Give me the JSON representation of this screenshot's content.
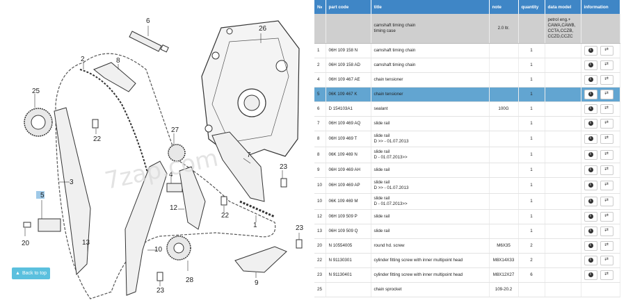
{
  "diagram": {
    "callouts": [
      "6",
      "26",
      "2",
      "8",
      "25",
      "22",
      "27",
      "4",
      "7",
      "23",
      "3",
      "5",
      "12",
      "22",
      "1",
      "20",
      "10",
      "13",
      "28",
      "23",
      "9",
      "23"
    ],
    "watermark": "7zap.com",
    "back_to_top": "Back to top"
  },
  "table": {
    "headers": [
      "№",
      "part code",
      "title",
      "note",
      "quantity",
      "data model",
      "information"
    ],
    "group": {
      "title": "camshaft timing chain\ntiming case",
      "note": "2.0 ltr.",
      "model": "petrol eng.+\nCAWA,CAWB,\nCCTA,CCZB,\nCCZD,CCZC"
    },
    "rows": [
      {
        "no": "1",
        "code": "06H 109 158 N",
        "title": "camshaft timing chain",
        "note": "",
        "qty": "1",
        "selected": false
      },
      {
        "no": "2",
        "code": "06H 109 158 AD",
        "title": "camshaft timing chain",
        "note": "",
        "qty": "1",
        "selected": false
      },
      {
        "no": "4",
        "code": "06H 109 467 AE",
        "title": "chain tensioner",
        "note": "",
        "qty": "1",
        "selected": false
      },
      {
        "no": "5",
        "code": "06K 109 467 K",
        "title": "chain tensioner",
        "note": "",
        "qty": "1",
        "selected": true
      },
      {
        "no": "6",
        "code": "D  154103A1",
        "title": "sealant",
        "note": "100G",
        "qty": "1",
        "selected": false
      },
      {
        "no": "7",
        "code": "06H 109 469 AQ",
        "title": "slide rail",
        "note": "",
        "qty": "1",
        "selected": false
      },
      {
        "no": "8",
        "code": "06H 109 469 T",
        "title": "slide rail\nD >> - 01.07.2013",
        "note": "",
        "qty": "1",
        "selected": false
      },
      {
        "no": "8",
        "code": "06K 109 469 N",
        "title": "slide rail\nD - 01.07.2013>>",
        "note": "",
        "qty": "1",
        "selected": false
      },
      {
        "no": "9",
        "code": "06H 109 469 AH",
        "title": "slide rail",
        "note": "",
        "qty": "1",
        "selected": false
      },
      {
        "no": "10",
        "code": "06H 109 469 AP",
        "title": "slide rail\nD >> - 01.07.2013",
        "note": "",
        "qty": "1",
        "selected": false
      },
      {
        "no": "10",
        "code": "06K 109 469 M",
        "title": "slide rail\nD - 01.07.2013>>",
        "note": "",
        "qty": "1",
        "selected": false
      },
      {
        "no": "12",
        "code": "06H 109 509 P",
        "title": "slide rail",
        "note": "",
        "qty": "1",
        "selected": false
      },
      {
        "no": "13",
        "code": "06H 109 509 Q",
        "title": "slide rail",
        "note": "",
        "qty": "1",
        "selected": false
      },
      {
        "no": "20",
        "code": "N  10554005",
        "title": "round hd. screw",
        "note": "M6X35",
        "qty": "2",
        "selected": false
      },
      {
        "no": "22",
        "code": "N  91130301",
        "title": "cylinder fitting screw with inner multipoint head",
        "note": "M8X14X33",
        "qty": "2",
        "selected": false
      },
      {
        "no": "23",
        "code": "N  91130401",
        "title": "cylinder fitting screw with inner multipoint head",
        "note": "M8X12X27",
        "qty": "6",
        "selected": false
      },
      {
        "no": "25",
        "code": "",
        "title": "chain sprocket",
        "note": "109-20.2",
        "qty": "",
        "selected": false
      }
    ],
    "icons": {
      "info": "info-circle-icon",
      "replace": "exchange-icon"
    }
  }
}
